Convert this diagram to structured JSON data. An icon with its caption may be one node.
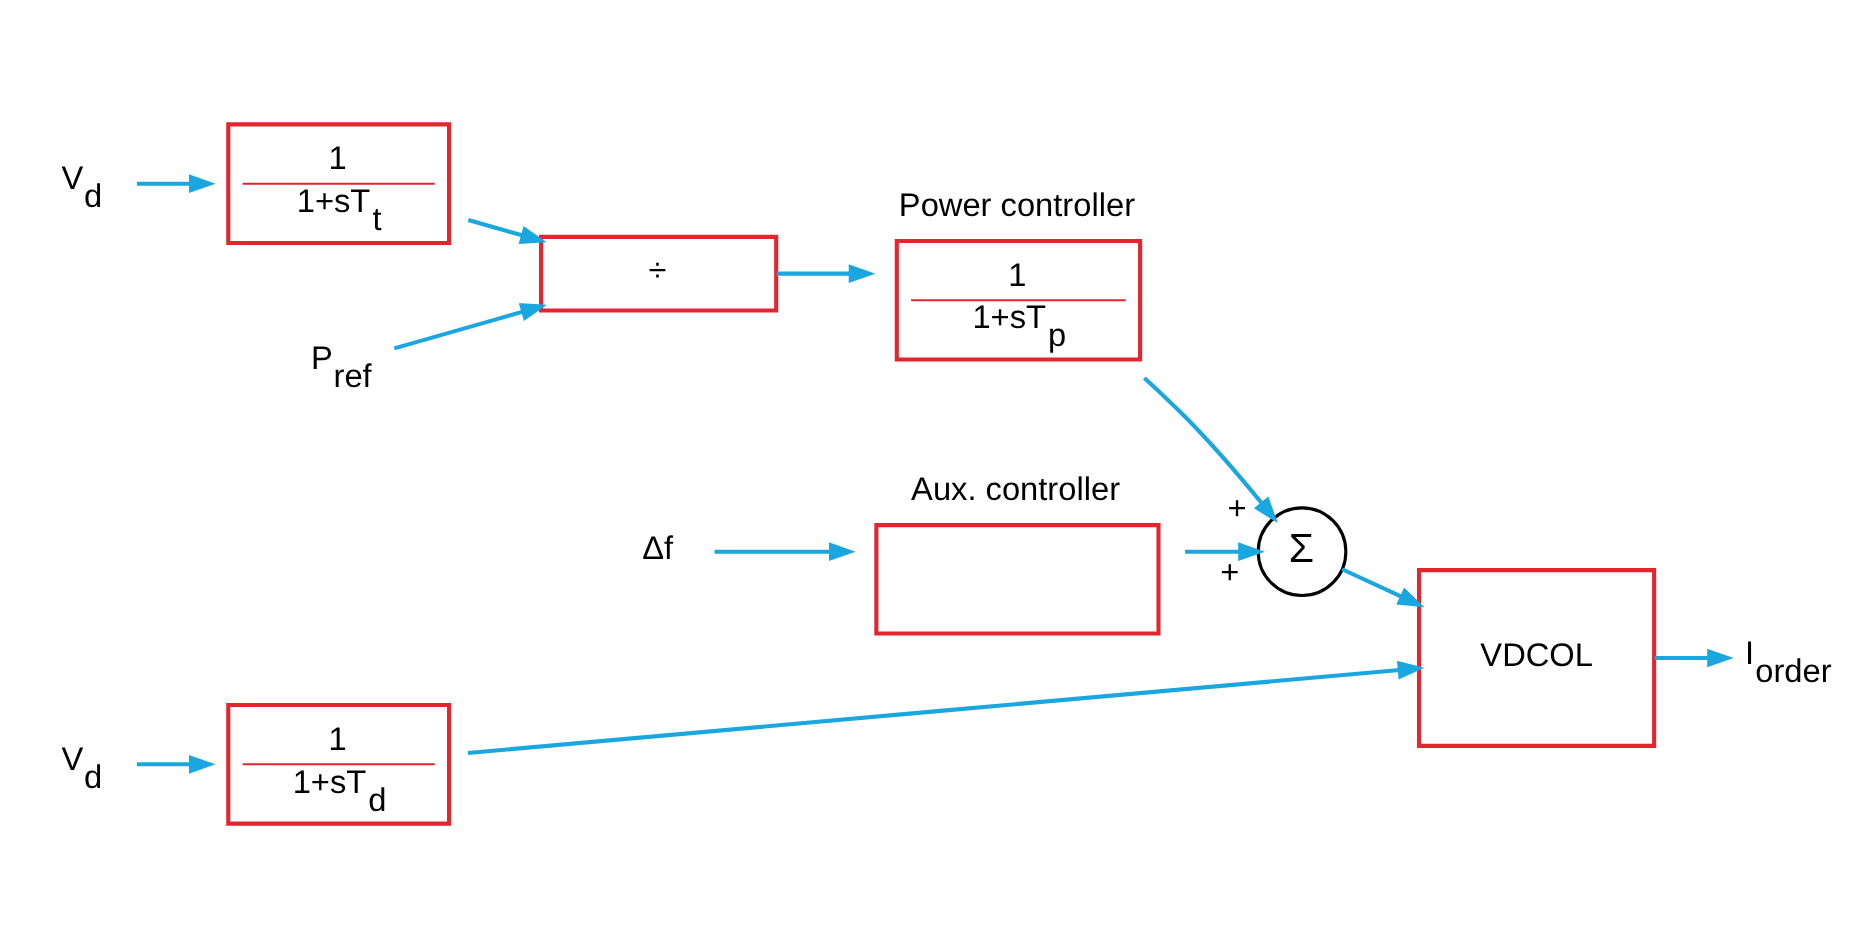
{
  "diagram": {
    "nodes": [
      {
        "text": [
          "Δf"
        ]
      },
      {
        "text": [
          "Aux. controller"
        ]
      },
      {
        "text": [
          "P$_{ref}$"
        ]
      },
      {
        "text": [
          "÷"
        ]
      },
      {
        "text": [
          "Power controller",
          "1",
          "1+sT$_{p}$"
        ]
      },
      {
        "text": [
          "Σ"
        ]
      },
      {
        "text": [
          "VDCOL"
        ]
      },
      {
        "text": [
          "I$_{order}$"
        ]
      },
      {
        "text": [
          "1",
          "1+sT$_{t}$"
        ]
      },
      {
        "text": [
          "V$_{d}$"
        ]
      },
      {
        "text": [
          "1",
          "1+sT$_{d}$"
        ]
      },
      {
        "text": [
          "V$_{d}$"
        ]
      }
    ],
    "edges": [
      {
        "from": 0,
        "to": 1,
        "arrow": "to"
      },
      {
        "from": 1,
        "to": 5,
        "arrow": "to",
        "label": "+"
      },
      {
        "from": 2,
        "to": 3,
        "arrow": "to"
      },
      {
        "from": 3,
        "to": 4,
        "arrow": "to"
      },
      {
        "from": 4,
        "to": 5,
        "arrow": "to",
        "label": "+"
      },
      {
        "from": 5,
        "to": 6,
        "arrow": "to"
      },
      {
        "from": 6,
        "to": 7,
        "arrow": "to"
      },
      {
        "from": 8,
        "to": 3,
        "arrow": "to"
      },
      {
        "from": 9,
        "to": 8,
        "arrow": "to"
      },
      {
        "from": 10,
        "to": 6,
        "arrow": "to"
      },
      {
        "from": 11,
        "to": 10,
        "arrow": "to"
      }
    ]
  }
}
